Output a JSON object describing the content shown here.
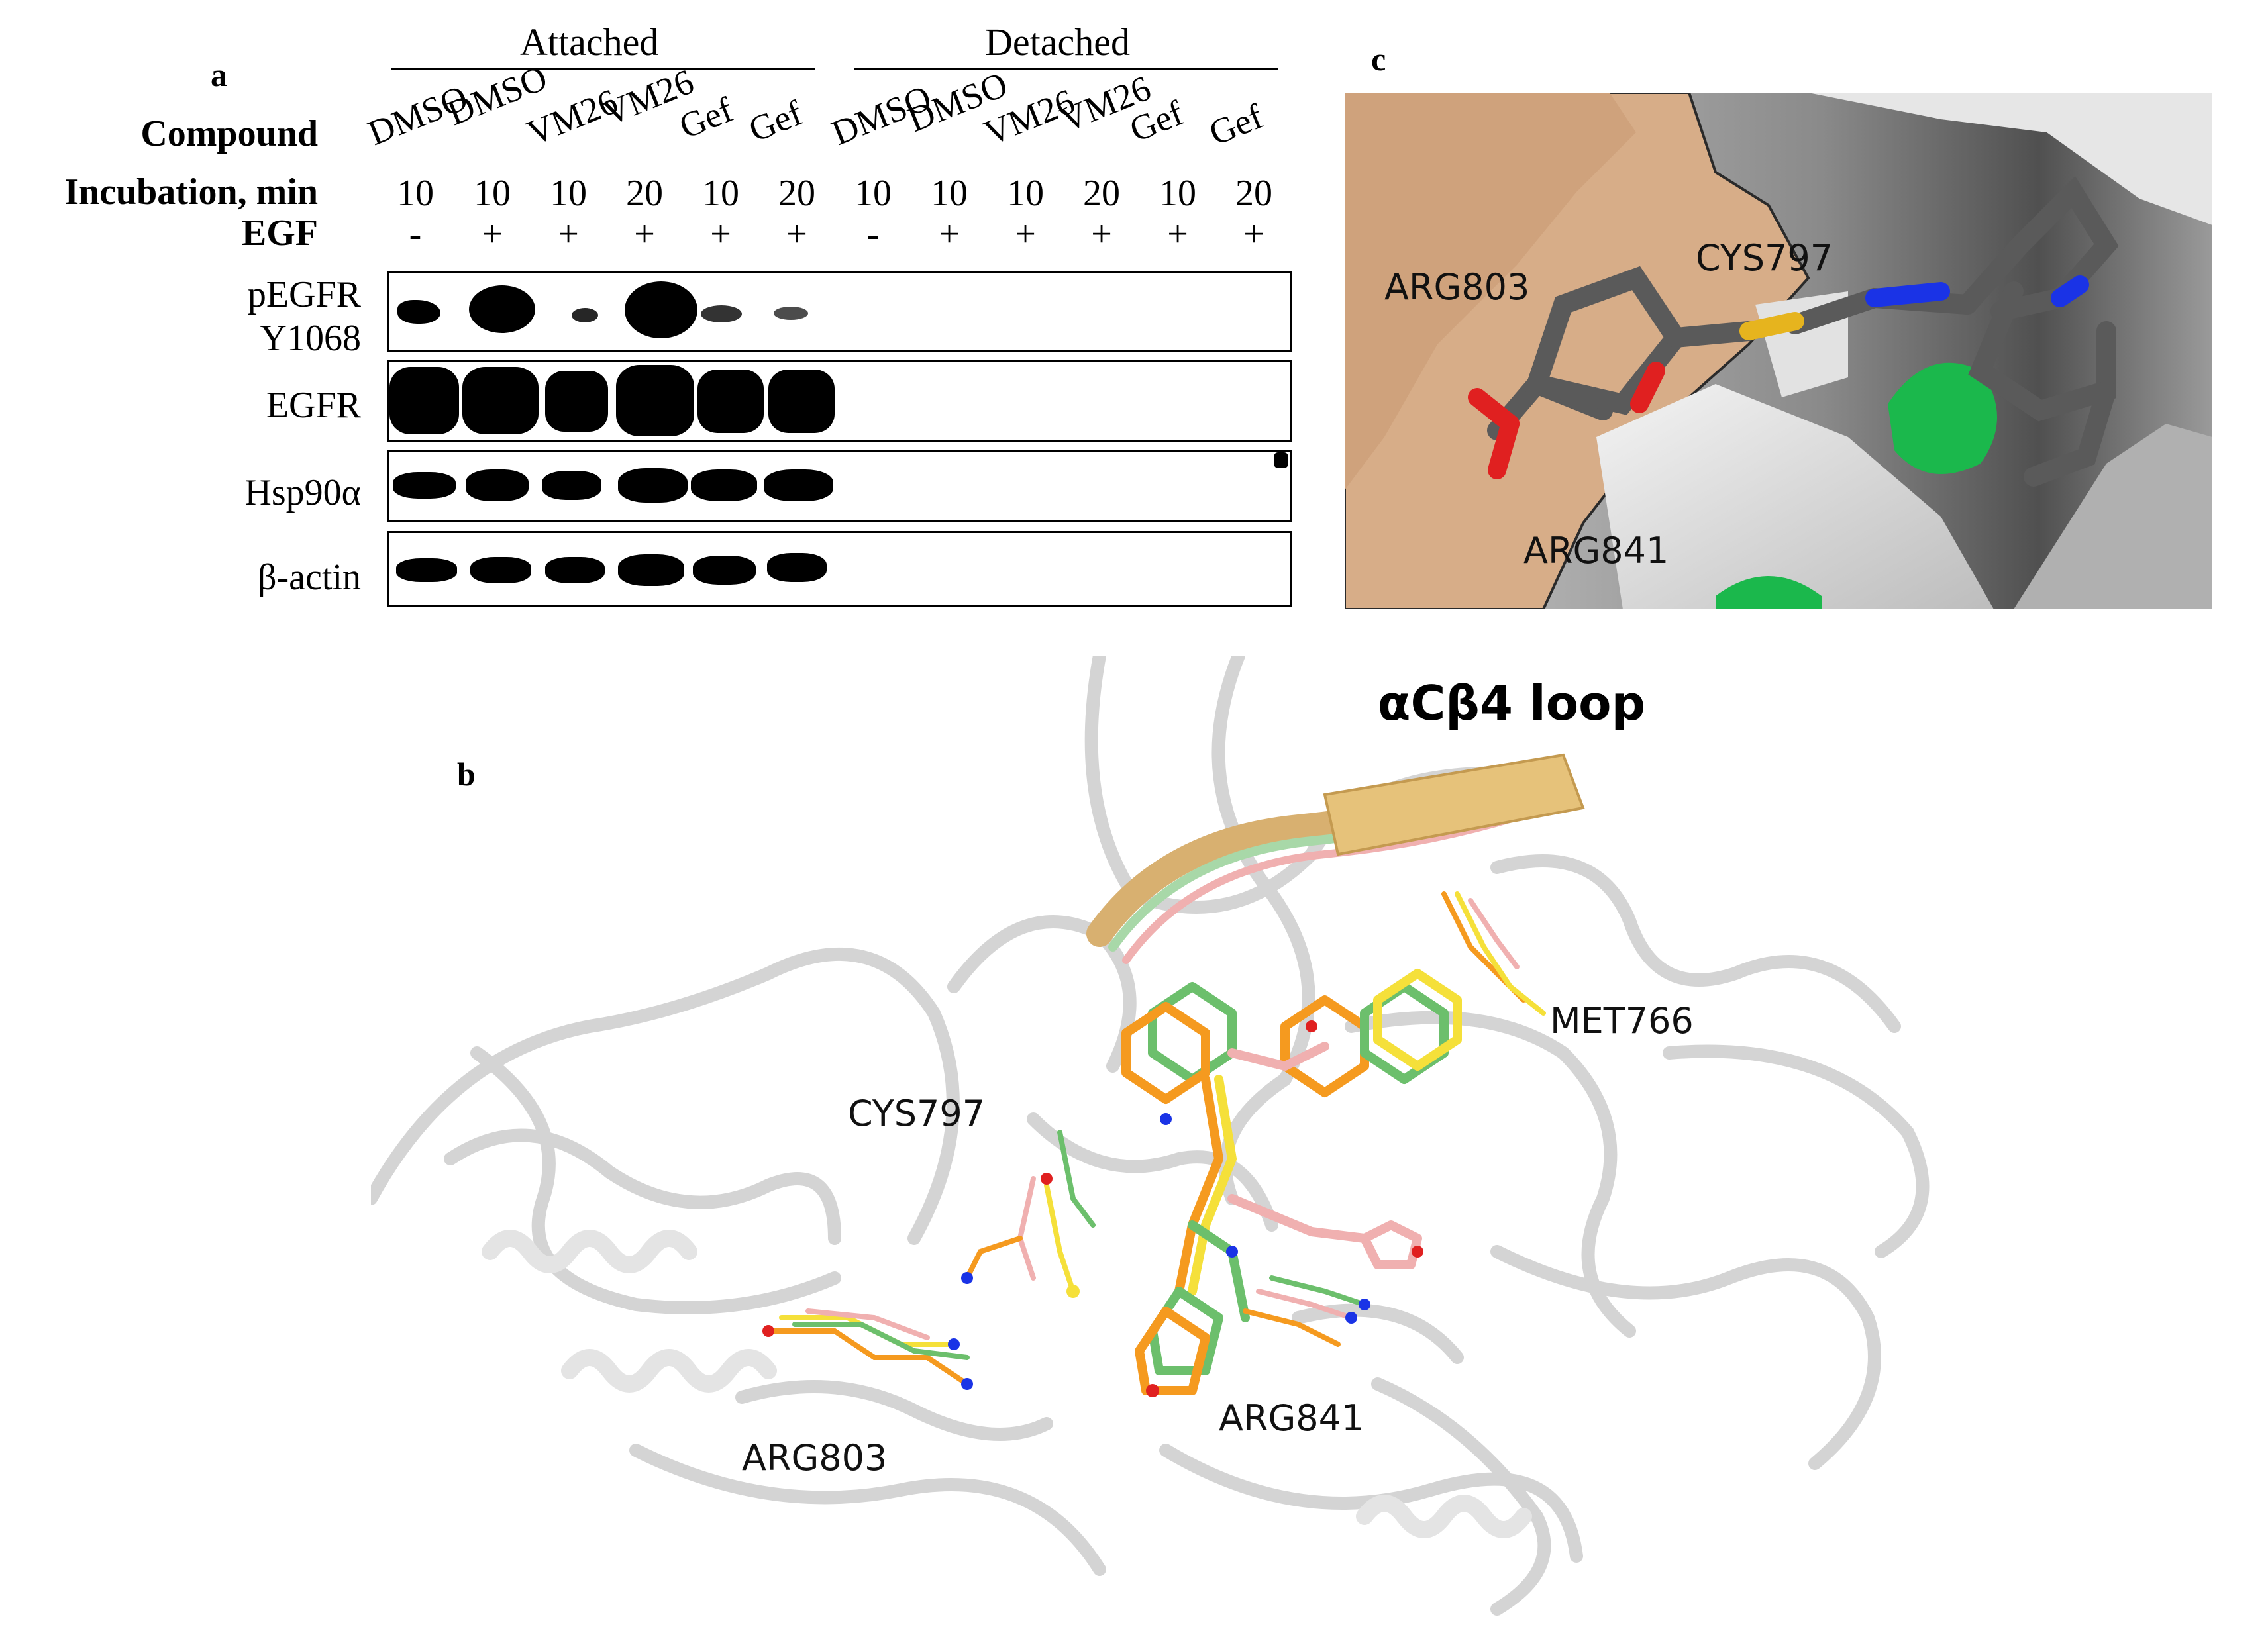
{
  "panel_a": {
    "letter": "a",
    "group_left": "Attached",
    "group_right": "Detached",
    "row_labels": {
      "compound": "Compound",
      "incubation": "Incubation, min",
      "egf": "EGF"
    },
    "compounds": [
      "DMSO",
      "DMSO",
      "VM26",
      "VM26",
      "Gef",
      "Gef",
      "DMSO",
      "DMSO",
      "VM26",
      "VM26",
      "Gef",
      "Gef"
    ],
    "incubation": [
      "10",
      "10",
      "10",
      "20",
      "10",
      "20",
      "10",
      "10",
      "10",
      "20",
      "10",
      "20"
    ],
    "egf": [
      "-",
      "+",
      "+",
      "+",
      "+",
      "+",
      "-",
      "+",
      "+",
      "+",
      "+",
      "+"
    ],
    "blots": [
      {
        "label_line1": "pEGFR",
        "label_line2": "Y1068"
      },
      {
        "label_line1": "EGFR",
        "label_line2": ""
      },
      {
        "label_line1": "Hsp90α",
        "label_line2": ""
      },
      {
        "label_line1": "β-actin",
        "label_line2": ""
      }
    ]
  },
  "panel_b": {
    "letter": "b",
    "title": "αCβ4 loop",
    "residues": [
      "CYS797",
      "MET766",
      "ARG803",
      "ARG841"
    ],
    "colors": {
      "orange": "#f59a1f",
      "green": "#6cbf6c",
      "pink": "#f0b0b0",
      "yellow": "#f5e03a",
      "tan": "#d9b56e",
      "grey": "#dcdcdc"
    }
  },
  "panel_c": {
    "letter": "c",
    "residues": [
      "ARG803",
      "CYS797",
      "ARG841"
    ],
    "colors": {
      "tan": "#d6ab85",
      "grey": "#9a9a9a",
      "stick": "#555555",
      "green": "#1bb84c",
      "sulfur": "#e6b41e",
      "nitrogen": "#1a33e6",
      "oxygen": "#e02020"
    }
  }
}
